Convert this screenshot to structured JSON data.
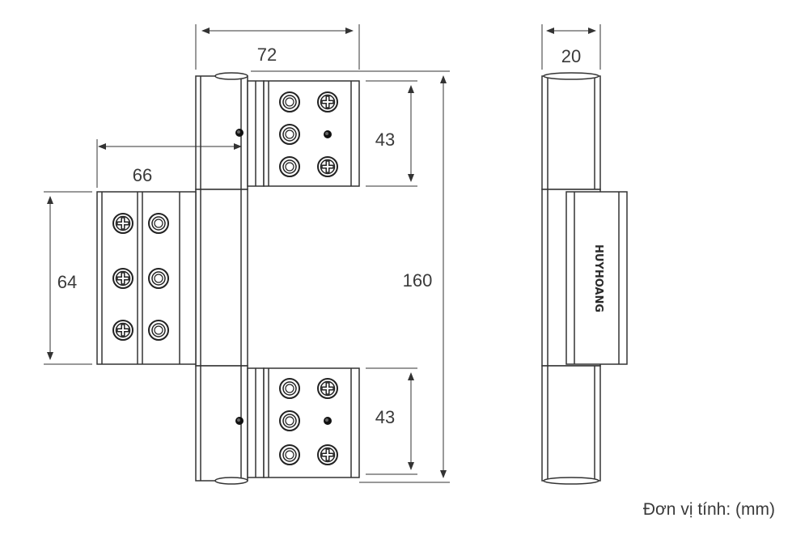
{
  "dimensions": {
    "top_width": "72",
    "side_width": "20",
    "left_depth": "66",
    "top_leaf_height": "43",
    "bottom_leaf_height": "43",
    "total_height": "160",
    "left_leaf_height": "64"
  },
  "brand_text": "HUYHOANG",
  "unit_label": "Đơn vị tính: (mm)",
  "icons": [
    "screw-icon",
    "bolt-hole-icon",
    "pin-hole-icon"
  ],
  "colors": {
    "line": "#3a3a3a",
    "fill": "#ffffff"
  }
}
